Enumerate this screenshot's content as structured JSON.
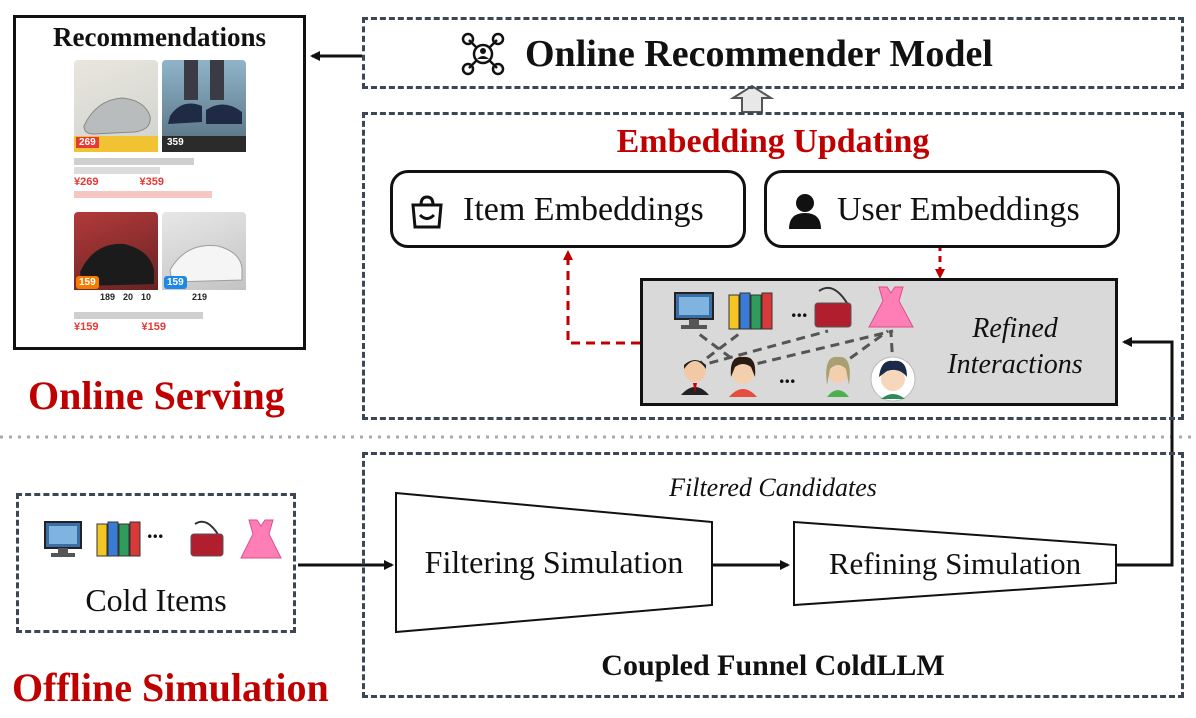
{
  "recommendations": {
    "title": "Recommendations",
    "prices": [
      "269",
      "359",
      "159",
      "159"
    ],
    "price_prefix": "¥",
    "numbers": [
      "189",
      "20",
      "10",
      "219"
    ]
  },
  "online_model": {
    "title": "Online Recommender Model"
  },
  "embedding": {
    "title": "Embedding Updating",
    "item_label": "Item Embeddings",
    "user_label": "User Embeddings"
  },
  "refined": {
    "line1": "Refined",
    "line2": "Interactions",
    "ellipsis": "..."
  },
  "online_serving": "Online Serving",
  "offline_simulation": "Offline Simulation",
  "cold_items": {
    "label": "Cold Items",
    "ellipsis": "..."
  },
  "funnel": {
    "filtered_candidates": "Filtered Candidates",
    "filtering": "Filtering Simulation",
    "refining": "Refining Simulation",
    "title": "Coupled Funnel ColdLLM"
  },
  "colors": {
    "accent_red": "#c00000",
    "dashed_border": "#3d4654",
    "refined_bg": "#d9d9d9"
  }
}
